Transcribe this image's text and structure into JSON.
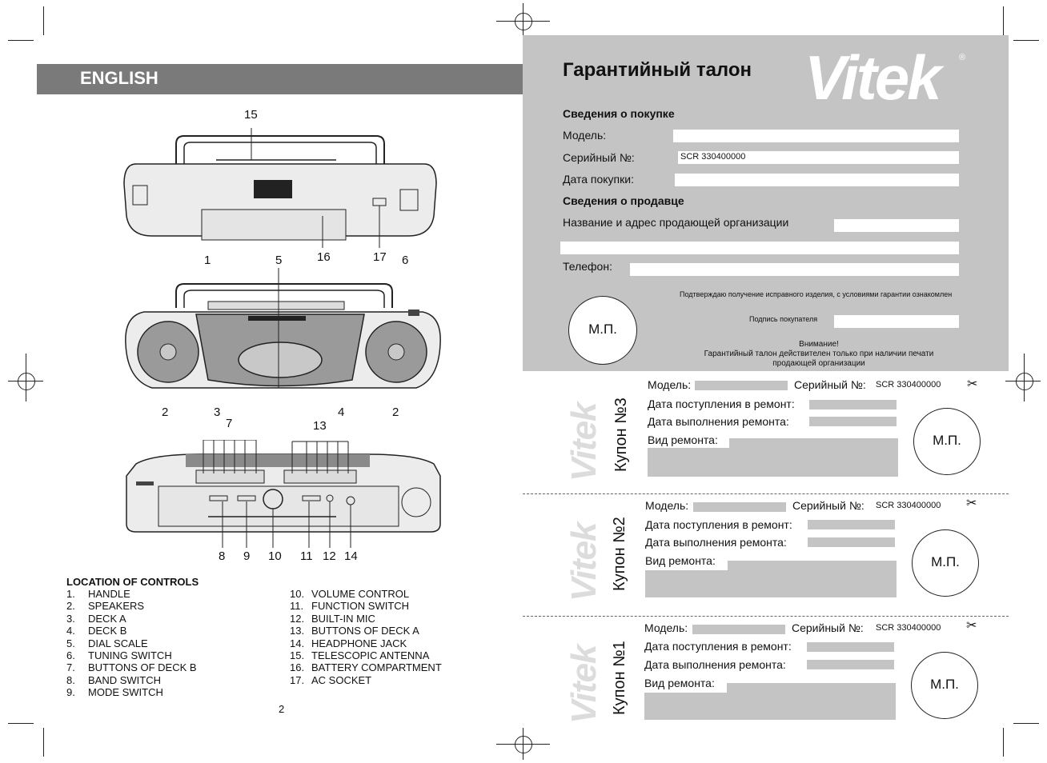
{
  "left_page": {
    "header": "ENGLISH",
    "callouts": {
      "c15": "15",
      "c16": "16",
      "c17": "17",
      "c1": "1",
      "c5": "5",
      "c6": "6",
      "c2a": "2",
      "c3": "3",
      "c4": "4",
      "c2b": "2",
      "c7": "7",
      "c13": "13",
      "c8": "8",
      "c9": "9",
      "c10": "10",
      "c11": "11",
      "c12": "12",
      "c14": "14"
    },
    "controls_title": "LOCATION OF CONTROLS",
    "controls_left": [
      {
        "n": "1.",
        "t": "HANDLE"
      },
      {
        "n": "2.",
        "t": "SPEAKERS"
      },
      {
        "n": "3.",
        "t": "DECK A"
      },
      {
        "n": "4.",
        "t": "DECK B"
      },
      {
        "n": "5.",
        "t": "DIAL SCALE"
      },
      {
        "n": "6.",
        "t": "TUNING SWITCH"
      },
      {
        "n": "7.",
        "t": "BUTTONS OF DECK B"
      },
      {
        "n": "8.",
        "t": "BAND SWITCH"
      },
      {
        "n": "9.",
        "t": "MODE SWITCH"
      }
    ],
    "controls_right": [
      {
        "n": "10.",
        "t": "VOLUME CONTROL"
      },
      {
        "n": "11.",
        "t": "FUNCTION SWITCH"
      },
      {
        "n": "12.",
        "t": "BUILT-IN MIC"
      },
      {
        "n": "13.",
        "t": "BUTTONS OF DECK A"
      },
      {
        "n": "14.",
        "t": "HEADPHONE JACK"
      },
      {
        "n": "15.",
        "t": "TELESCOPIC ANTENNA"
      },
      {
        "n": "16.",
        "t": "BATTERY COMPARTMENT"
      },
      {
        "n": "17.",
        "t": "AC SOCKET"
      }
    ],
    "page_number": "2"
  },
  "warranty": {
    "title": "Гарантийный талон",
    "brand": "Vitek",
    "registered": "®",
    "purchase_heading": "Сведения о покупке",
    "model_label": "Модель:",
    "serial_label": "Серийный №:",
    "serial_value": "SCR 330400000",
    "date_label": "Дата покупки:",
    "seller_heading": "Сведения о продавце",
    "seller_label": "Название и адрес продающей организации",
    "phone_label": "Телефон:",
    "stamp": "М.П.",
    "confirm_text": "Подтверждаю получение исправного изделия, с условиями гарантии ознакомлен",
    "signature_label": "Подпись покупателя",
    "attention": "Внимание!",
    "attention_text1": "Гарантийный талон действителен только при наличии печати",
    "attention_text2": "продающей организации"
  },
  "coupons": [
    {
      "name": "Купон №3",
      "model_label": "Модель:",
      "serial_label": "Серийный №:",
      "serial_value": "SCR 330400000",
      "received_label": "Дата поступления в ремонт:",
      "done_label": "Дата выполнения ремонта:",
      "type_label": "Вид ремонта:",
      "stamp": "М.П.",
      "watermark": "Vitek"
    },
    {
      "name": "Купон №2",
      "model_label": "Модель:",
      "serial_label": "Серийный №:",
      "serial_value": "SCR 330400000",
      "received_label": "Дата поступления в ремонт:",
      "done_label": "Дата выполнения ремонта:",
      "type_label": "Вид ремонта:",
      "stamp": "М.П.",
      "watermark": "Vitek"
    },
    {
      "name": "Купон №1",
      "model_label": "Модель:",
      "serial_label": "Серийный №:",
      "serial_value": "SCR 330400000",
      "received_label": "Дата поступления в ремонт:",
      "done_label": "Дата выполнения ремонта:",
      "type_label": "Вид ремонта:",
      "stamp": "М.П.",
      "watermark": "Vitek"
    }
  ],
  "colors": {
    "header_bar": "#7a7a7a",
    "warranty_bg": "#c4c4c4"
  }
}
